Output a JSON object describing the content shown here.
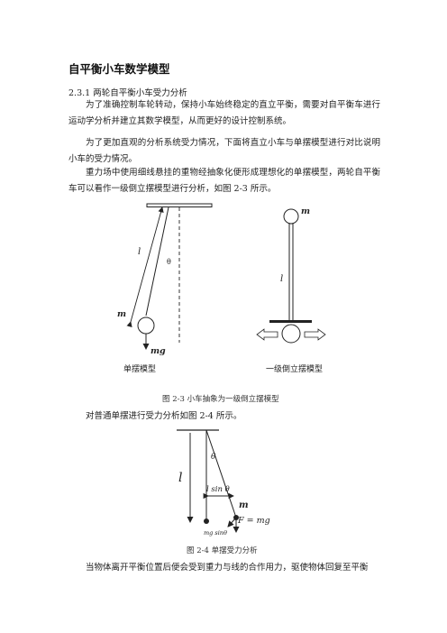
{
  "section_title": "自平衡小车数学模型",
  "subsection_heading": "2.3.1 两轮自平衡小车受力分析",
  "paragraphs": [
    "为了准确控制车轮转动，保持小车始终稳定的直立平衡，需要对自平衡车进行运动学分析并建立其数学模型，从而更好的设计控制系统。",
    "为了更加直观的分析系统受力情况，下面将直立小车与单摆模型进行对比说明小车的受力情况。",
    "重力场中使用细线悬挂的重物经抽象化便形成理想化的单摆模型，两轮自平衡车可以看作一级倒立摆模型进行分析，如图 2-3 所示。"
  ],
  "figure1": {
    "label_l": "l",
    "label_theta": "θ",
    "label_m": "m",
    "label_mg": "mg",
    "caption_left": "单摆模型",
    "caption_right": "一级倒立摆模型",
    "inv_label_m": "m",
    "inv_label_l": "l",
    "caption": "图 2-3  小车抽象为一级倒立摆模型"
  },
  "paragraph_after_fig1": "对普通单摆进行受力分析如图 2-4 所示。",
  "figure2": {
    "label_l": "l",
    "label_theta": "θ",
    "label_lsin": "l sin θ",
    "label_m": "m",
    "label_F": "F = mg",
    "label_mgsin": "mg sinθ",
    "caption": "图 2-4  单摆受力分析"
  },
  "paragraph_last": "当物体离开平衡位置后便会受到重力与线的合作用力，驱使物体回复至平衡"
}
